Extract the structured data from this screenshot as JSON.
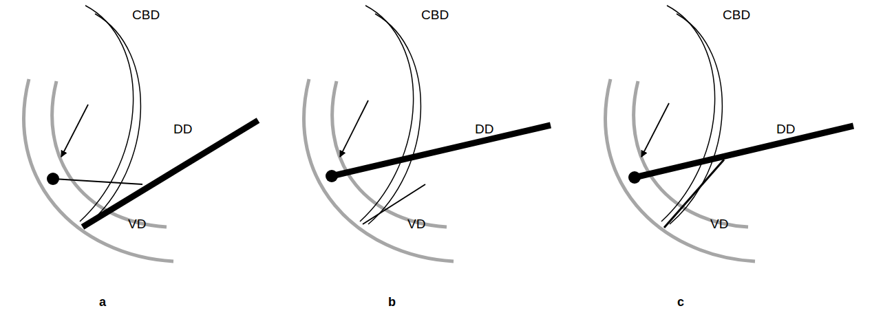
{
  "diagram": {
    "labels": [
      "CBD",
      "DD",
      "VD",
      "CBD",
      "DD",
      "VD",
      "CBD",
      "DD",
      "VD",
      "a",
      "b",
      "c"
    ]
  }
}
